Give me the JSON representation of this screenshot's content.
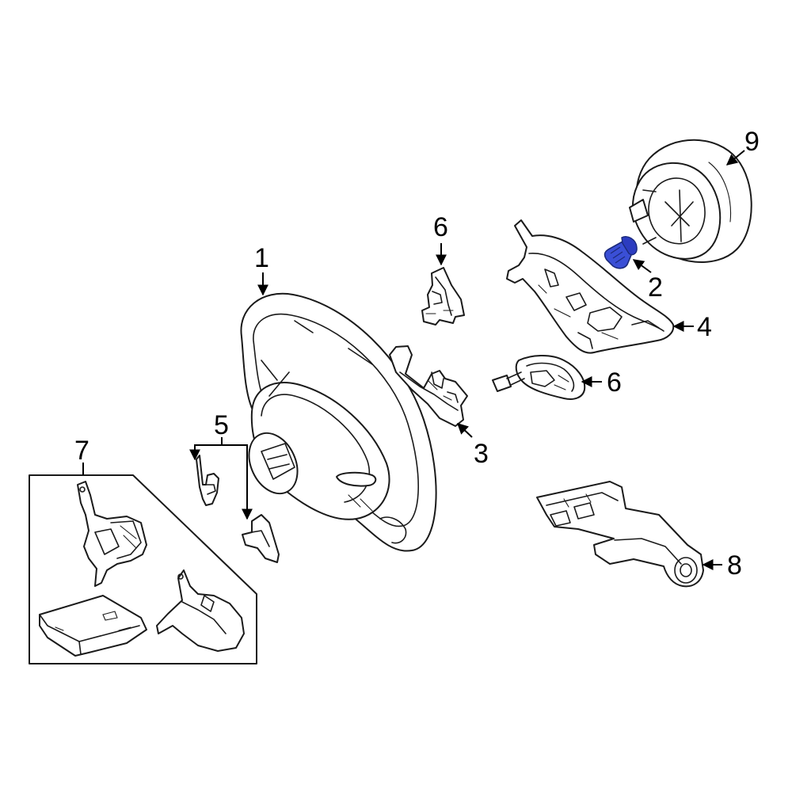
{
  "callouts": {
    "c1": "1",
    "c2": "2",
    "c3": "3",
    "c4": "4",
    "c5": "5",
    "c6a": "6",
    "c6b": "6",
    "c7": "7",
    "c8": "8",
    "c9": "9"
  },
  "colors": {
    "highlight_part": "#3a4fd6",
    "line": "#1a1a1a",
    "background": "#ffffff"
  }
}
